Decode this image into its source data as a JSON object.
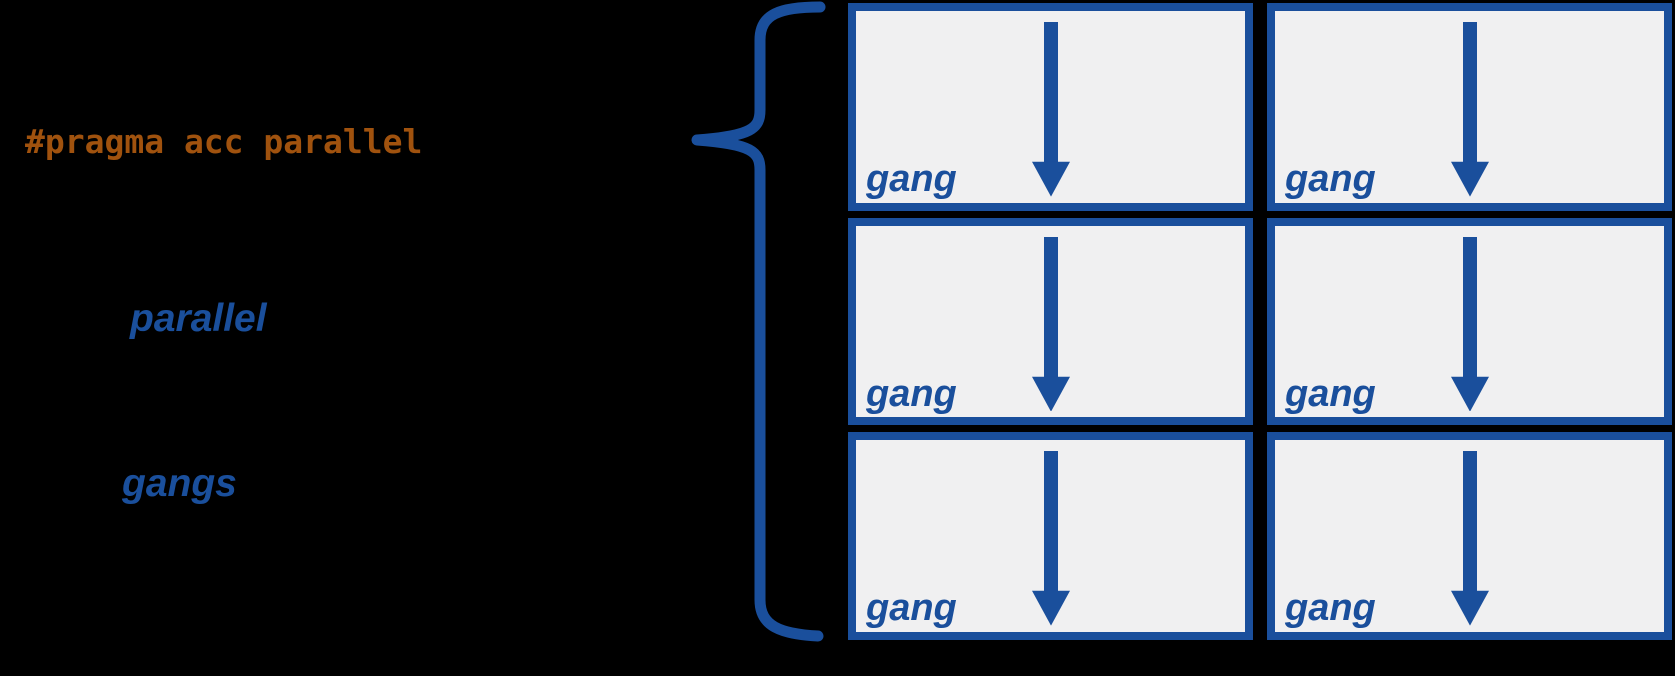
{
  "colors": {
    "blue": "#1a4f9c",
    "orange": "#a0520e",
    "box_fill": "#f0f0f1",
    "background": "#000000"
  },
  "code": {
    "pragma": "#pragma acc parallel"
  },
  "annotations": {
    "construct": "parallel",
    "workers": "gangs"
  },
  "icons": {
    "brace": "left-curly-brace-icon",
    "arrow": "down-arrow-icon"
  },
  "grid": {
    "rows": 3,
    "cols": 2,
    "cells": [
      {
        "label": "gang"
      },
      {
        "label": "gang"
      },
      {
        "label": "gang"
      },
      {
        "label": "gang"
      },
      {
        "label": "gang"
      },
      {
        "label": "gang"
      }
    ]
  }
}
